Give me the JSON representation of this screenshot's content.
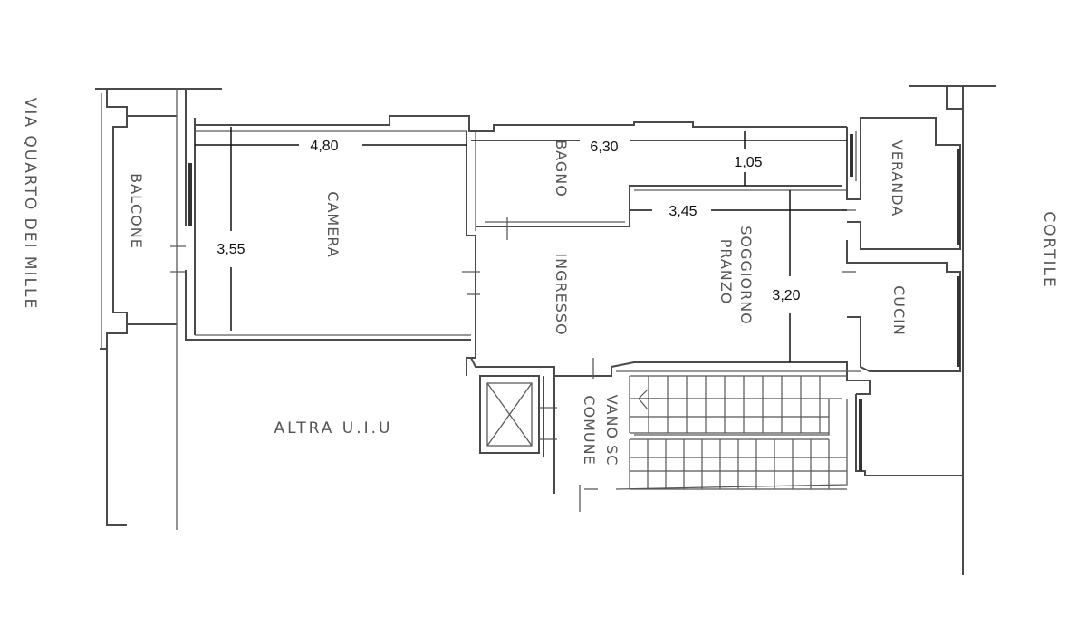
{
  "plan": {
    "streets": {
      "left": "VIA QUARTO DEI MILLE",
      "right": "CORTILE"
    },
    "rooms": {
      "balcone": "BALCONE",
      "camera": "CAMERA",
      "bagno": "BAGNO",
      "ingresso": "INGRESSO",
      "soggiorno_line1": "SOGGIORNO",
      "soggiorno_line2": "PRANZO",
      "veranda": "VERANDA",
      "cucina": "CUCIN",
      "vano_line1": "VANO SC",
      "vano_line2": "COMUNE",
      "altra": "ALTRA U.I.U"
    },
    "dimensions": {
      "camera_width": "4,80",
      "total_width": "6,30",
      "depth_top": "1,05",
      "soggiorno_width": "3,45",
      "camera_depth": "3,55",
      "soggiorno_depth": "3,20"
    }
  }
}
